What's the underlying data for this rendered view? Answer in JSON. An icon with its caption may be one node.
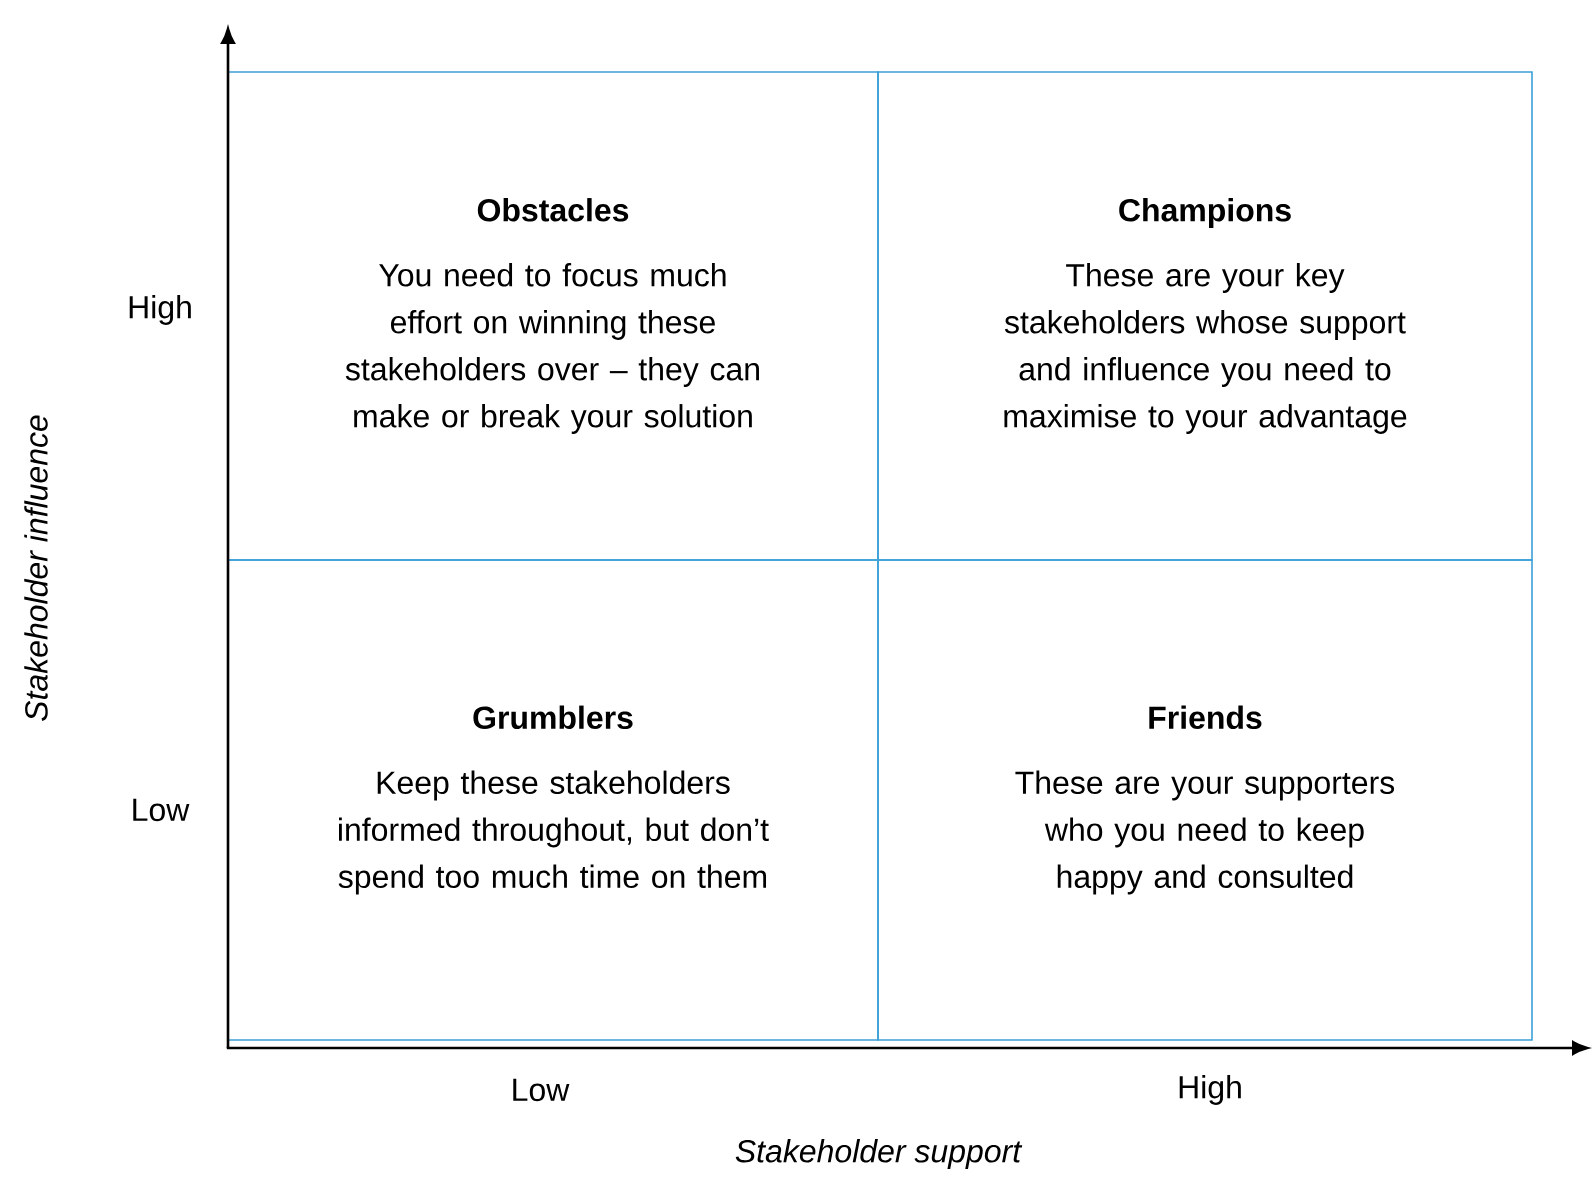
{
  "diagram": {
    "nodes": [
      {
        "text": [
          "Obstacles",
          "You need to focus much effort on winning these stakeholders over – they can make or break your solution"
        ]
      },
      {
        "text": [
          "Champions",
          "These are your key stakeholders whose support and influence you need to maximise to your advantage"
        ]
      },
      {
        "text": [
          "Grumblers",
          "Keep these stakeholders informed throughout, but don’t spend too much time on them"
        ]
      },
      {
        "text": [
          "Friends",
          "These are your supporters who you need to keep happy and consulted"
        ]
      }
    ],
    "labels": [
      "High",
      "Low",
      "Low",
      "High",
      "Stakeholder influence",
      "Stakeholder support"
    ]
  }
}
